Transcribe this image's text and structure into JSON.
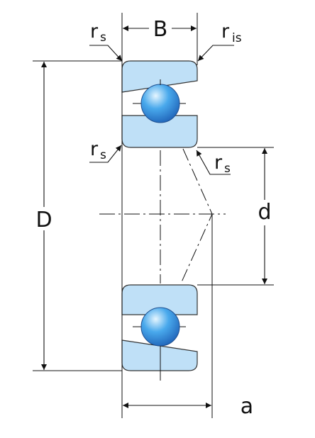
{
  "labels": {
    "width": "B",
    "outer_diameter": "D",
    "bore": "d",
    "load_center": "a",
    "chamfer_symbol": "r",
    "chamfer_sub": "s",
    "chamfer_inner_sub": "is"
  },
  "colors": {
    "ring_fill": "#bfe0f7",
    "ball_light": "#e6f6ff",
    "ball_mid": "#49a9ec",
    "ball_dark": "#1f63b8",
    "line": "#111111",
    "ring_stroke": "#333333"
  }
}
